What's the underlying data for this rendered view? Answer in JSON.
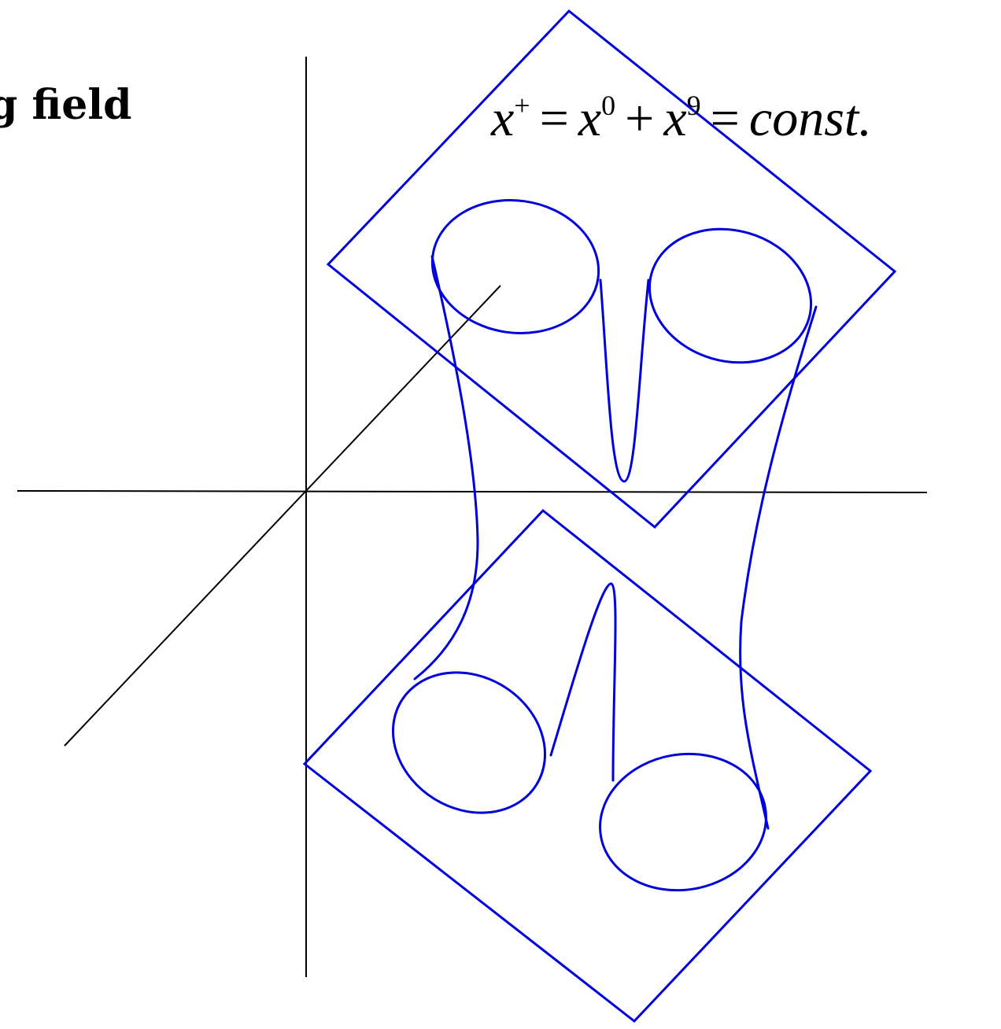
{
  "diagram": {
    "partial_label": "g field",
    "equation": {
      "lhs_var": "x",
      "lhs_sup": "+",
      "eq1": "=",
      "t1_var": "x",
      "t1_sup": "0",
      "plus": "+",
      "t2_var": "x",
      "t2_sup": "9",
      "eq2": "=",
      "rhs": "const."
    }
  },
  "colors": {
    "axes": "#000000",
    "surface": "#0000dd"
  }
}
